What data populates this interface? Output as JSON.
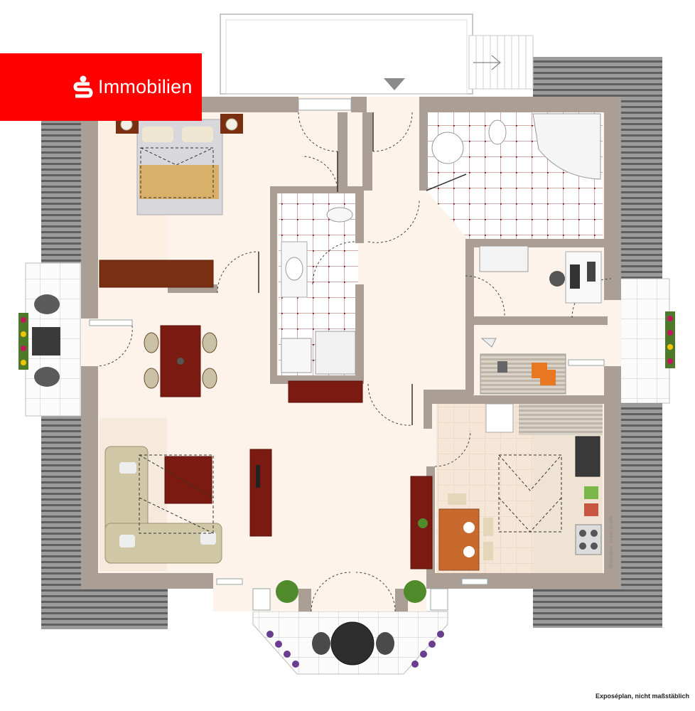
{
  "brand": {
    "name": "Immobilien",
    "color": "#ff0000",
    "logo_icon": "sparkasse-s-icon"
  },
  "plan": {
    "footer_note": "Exposéplan, nicht maßstäblich",
    "watermark": "Illustration: Immo-Grafik",
    "colors": {
      "wall": "#ab9f95",
      "floor": "#fdf3ea",
      "roof": "#8f8f8f",
      "tile_grid": "#8a2a2a",
      "wood": "#7a2f12"
    },
    "rooms": [
      "bedroom",
      "bathroom-shower",
      "bathroom-tub",
      "office",
      "living-room",
      "dining-area",
      "kitchen",
      "study",
      "hallway",
      "balcony-west",
      "balcony-east",
      "loggia-south",
      "terrace-north"
    ]
  }
}
